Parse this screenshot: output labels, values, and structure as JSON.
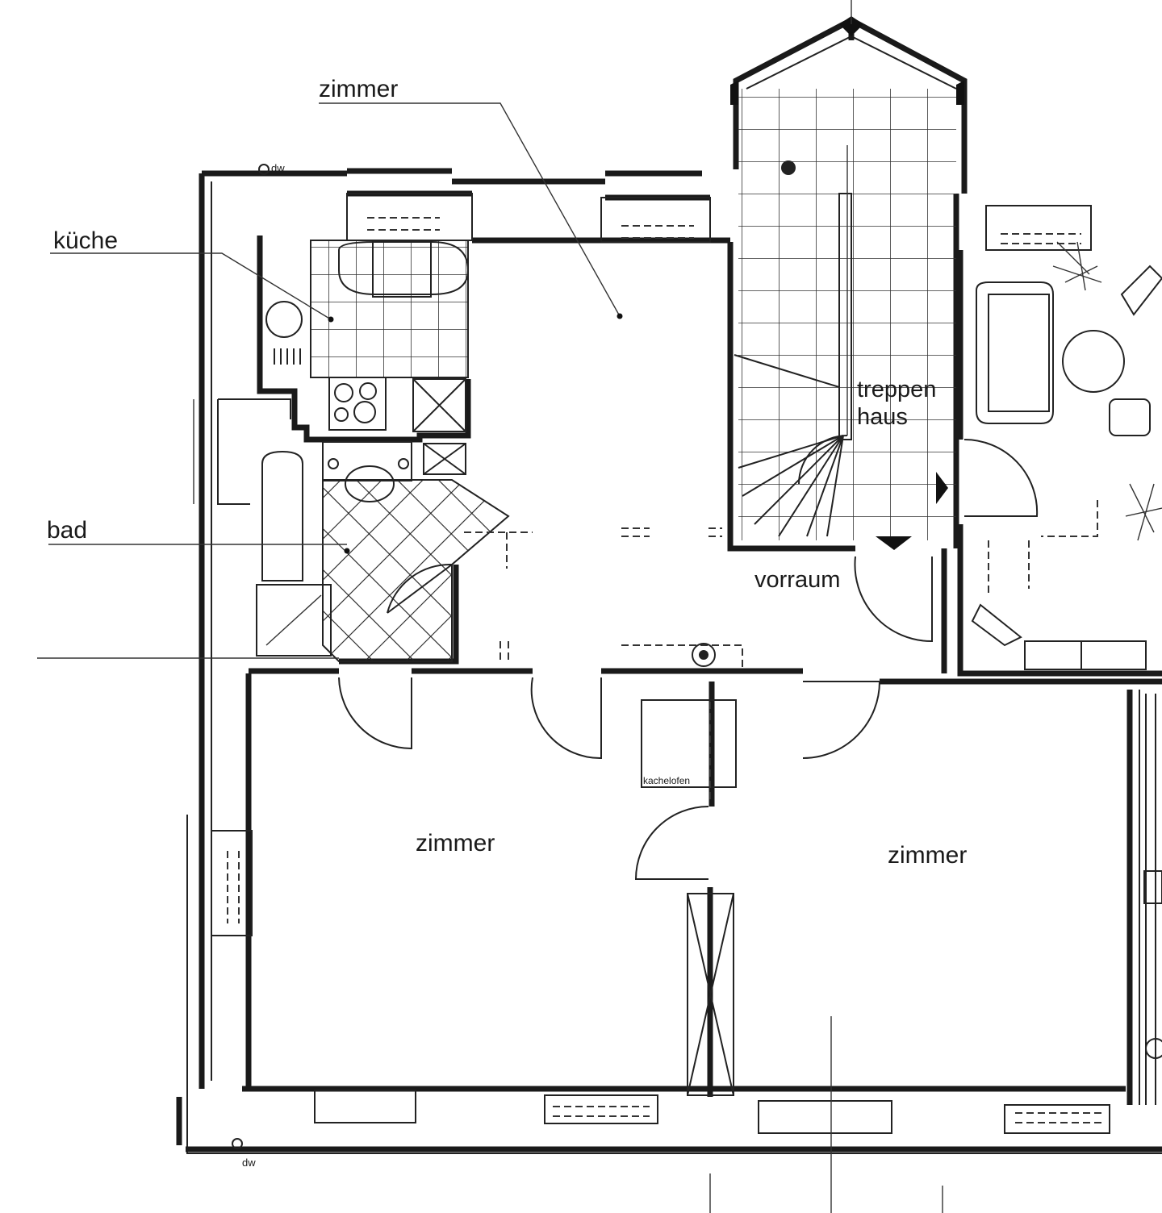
{
  "rooms": {
    "zimmer_top": "zimmer",
    "kueche": "küche",
    "bad": "bad",
    "treppenhaus_1": "treppen",
    "treppenhaus_2": "haus",
    "vorraum": "vorraum",
    "kachelofen": "kachelofen",
    "zimmer_left": "zimmer",
    "zimmer_right": "zimmer"
  },
  "marks": {
    "dw_top": "dw",
    "dw_bottom": "dw"
  },
  "colors": {
    "line": "#1a1a1a",
    "background": "#ffffff"
  }
}
